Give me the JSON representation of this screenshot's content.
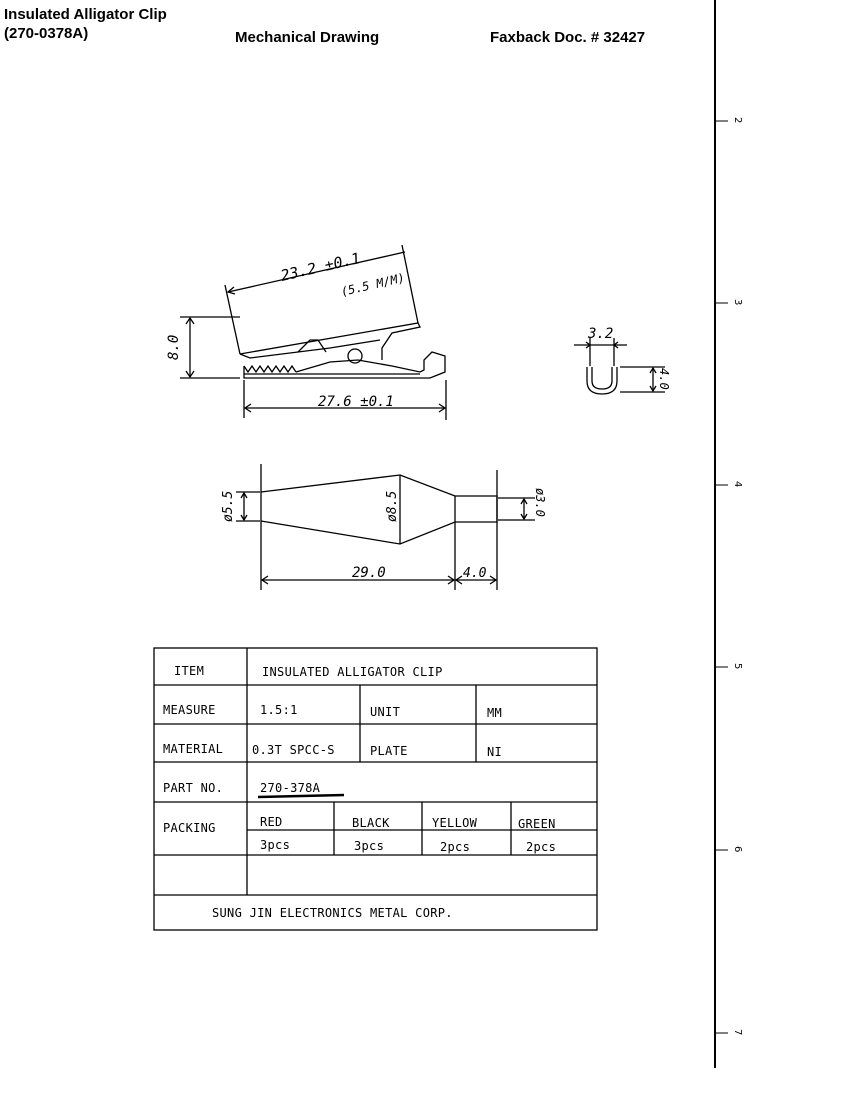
{
  "header": {
    "title_line1": "Insulated Alligator Clip",
    "title_line2": "(270-0378A)",
    "center": "Mechanical Drawing",
    "right": "Faxback Doc. # 32427"
  },
  "scale_ticks": [
    "2",
    "3",
    "4",
    "5",
    "6",
    "7"
  ],
  "dimensions": {
    "side_length": "23.2 ±0.1",
    "jaw_opening": "(5.5 M/M)",
    "height": "8.0",
    "base_length": "27.6 ±0.1",
    "end_width": "3.2",
    "end_height": "4.0",
    "dia_small": "ø5.5",
    "dia_large": "ø8.5",
    "dia_end": "ø3.0",
    "body_length": "29.0",
    "tail_length": "4.0"
  },
  "table": {
    "item_label": "ITEM",
    "item_value": "INSULATED ALLIGATOR CLIP",
    "measure_label": "MEASURE",
    "measure_value": "1.5:1",
    "unit_label": "UNIT",
    "unit_value": "MM",
    "material_label": "MATERIAL",
    "material_value": "0.3T SPCC-S",
    "plate_label": "PLATE",
    "plate_value": "NI",
    "partno_label": "PART NO.",
    "partno_value": "270-378A",
    "packing_label": "PACKING",
    "packing": [
      {
        "color": "RED",
        "qty": "3pcs"
      },
      {
        "color": "BLACK",
        "qty": "3pcs"
      },
      {
        "color": "YELLOW",
        "qty": "2pcs"
      },
      {
        "color": "GREEN",
        "qty": "2pcs"
      }
    ],
    "footer": "SUNG JIN ELECTRONICS METAL CORP."
  }
}
